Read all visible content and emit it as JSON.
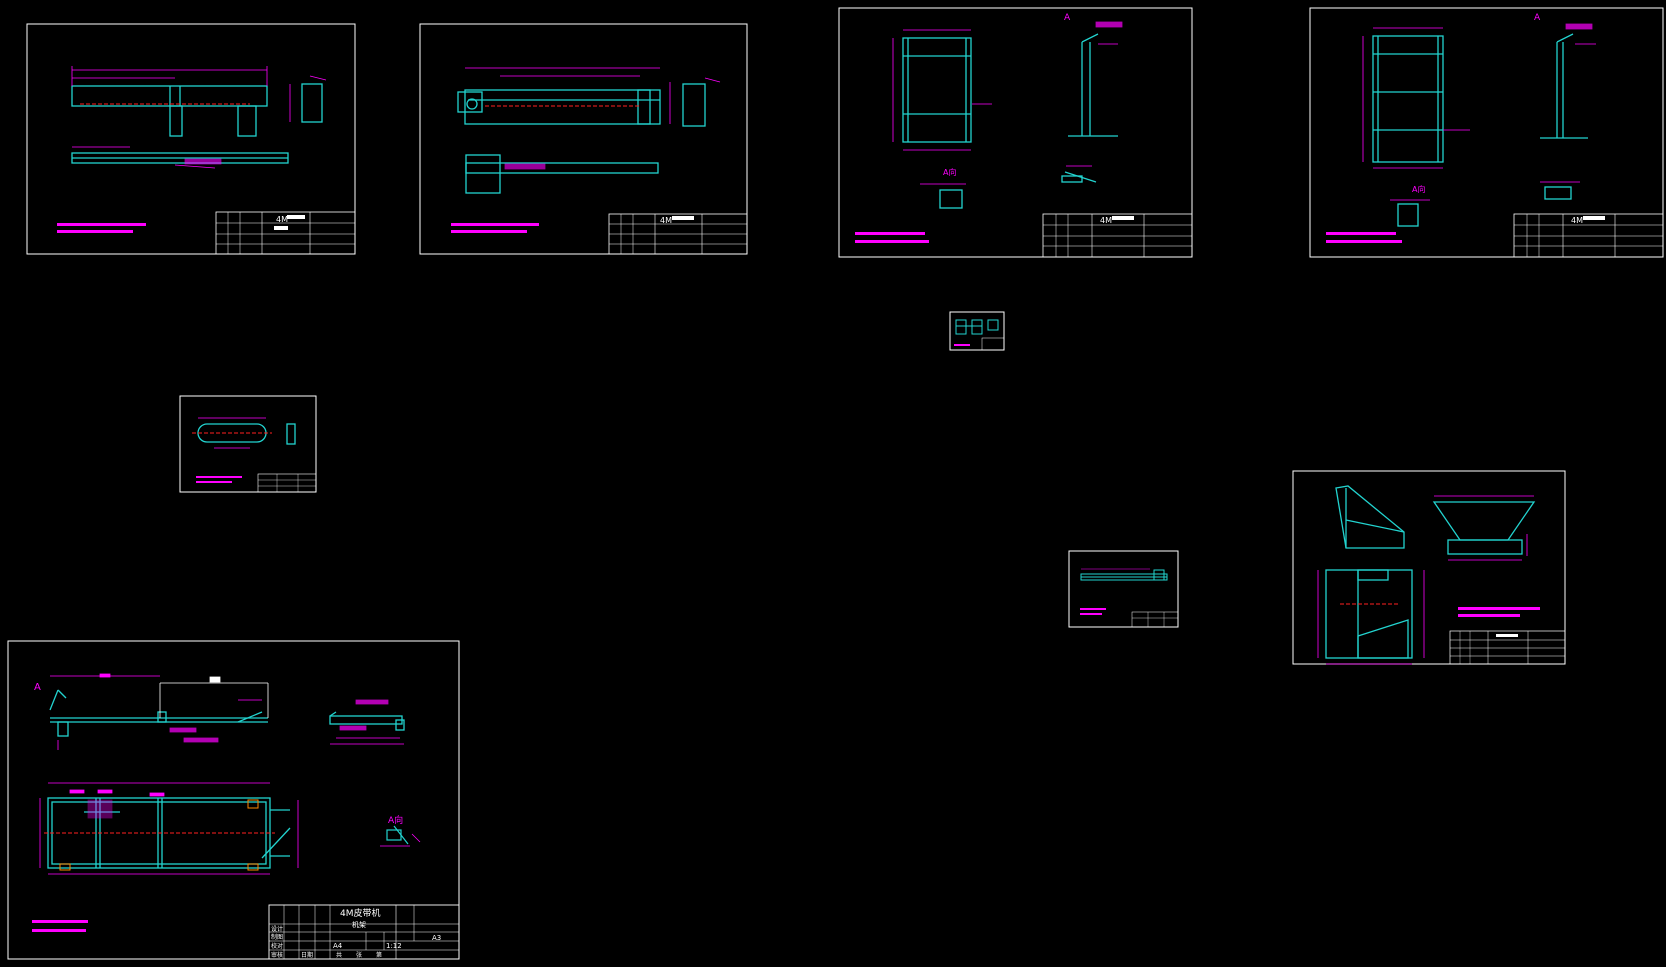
{
  "colors": {
    "background": "#000000",
    "border": "#ffffff",
    "geometry": "#22d3cf",
    "dimension": "#ff00ff",
    "centerline": "#ff2020"
  },
  "sheets": {
    "s1": {
      "title": "4M"
    },
    "s2": {
      "title": "4M"
    },
    "s3": {
      "title": "4M",
      "view_label": "A",
      "section_label": "A向"
    },
    "s4": {
      "title": "4M",
      "view_label": "A",
      "section_label": "A向"
    },
    "s5": {},
    "s6": {},
    "s7": {},
    "s8": {},
    "s9": {
      "title": "4M皮带机",
      "subtitle": "机架",
      "view_label": "A",
      "section_label": "A向",
      "paper_size": "A4",
      "scale": "1:12",
      "sheet_size": "A3",
      "tb_row1": "设计",
      "tb_row2": "制图",
      "tb_row3": "校对",
      "tb_row4": "审核",
      "tb_date": "日期",
      "tb_total": "共",
      "tb_sheet": "张",
      "tb_page": "第"
    }
  }
}
